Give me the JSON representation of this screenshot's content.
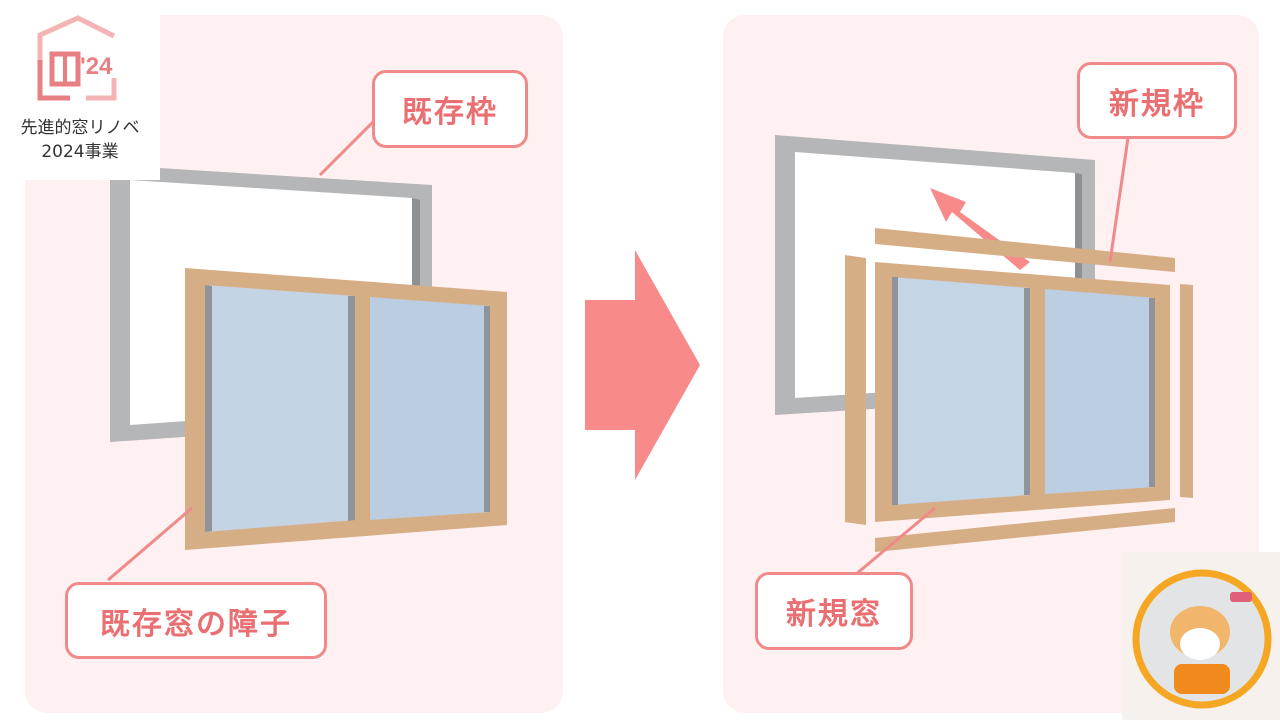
{
  "logo": {
    "year_mark": "'24",
    "line1": "先進的窓リノベ",
    "line2": "2024事業"
  },
  "labels": {
    "existing_frame": "既存枠",
    "existing_sash": "既存窓の障子",
    "new_frame": "新規枠",
    "new_window": "新規窓"
  },
  "colors": {
    "accent": "#f08a8a",
    "panel": "#fff0f1",
    "frame_gray": "#b4b6b8",
    "wood": "#d6ae86",
    "glass": "#c2d8ee"
  }
}
